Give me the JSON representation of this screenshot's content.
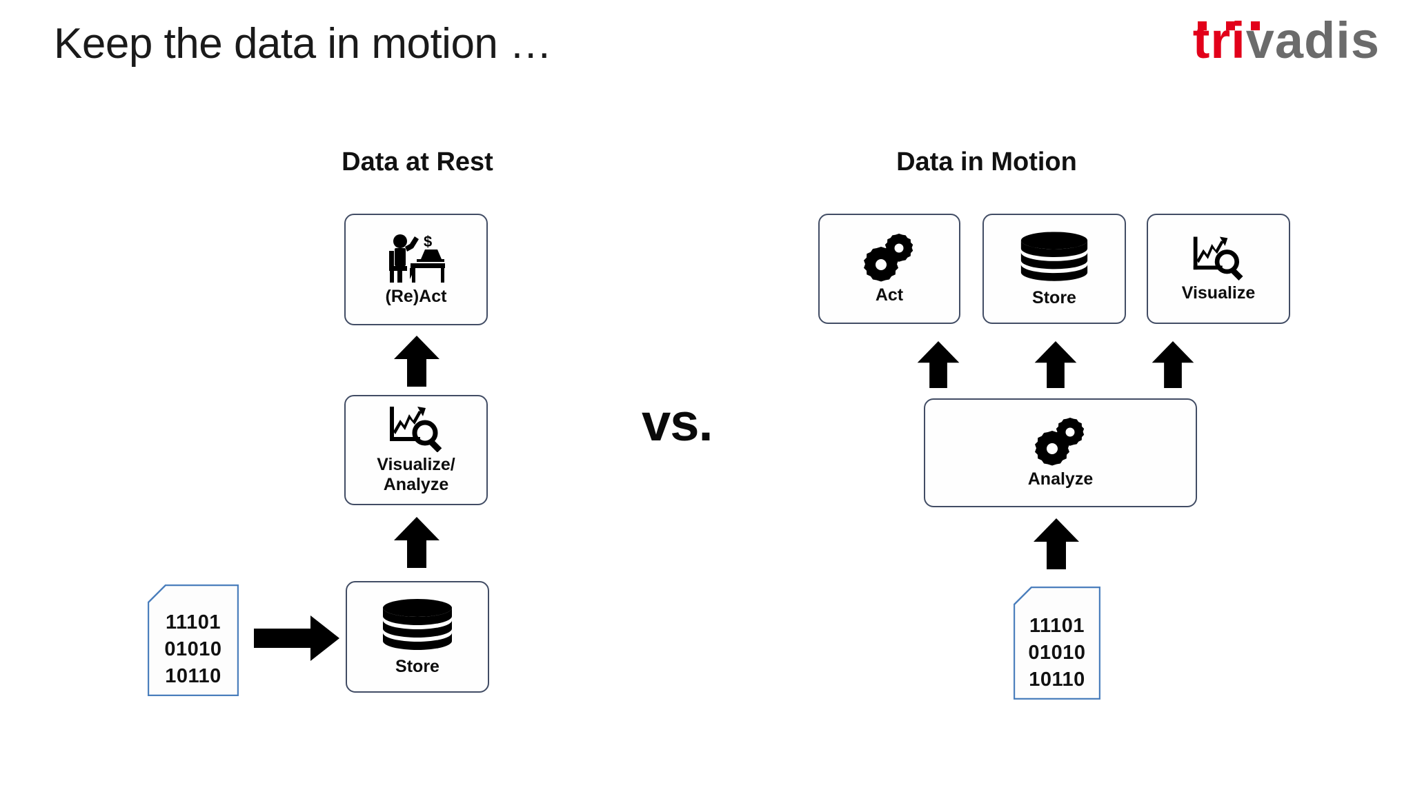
{
  "slide": {
    "title": "Keep the data in motion …",
    "background_color": "#ffffff"
  },
  "logo": {
    "name": "trivadis-logo",
    "part_red": "tri",
    "part_gray": "vadis",
    "red_color": "#e2001a",
    "gray_color": "#6b6b6b"
  },
  "columns": {
    "left": {
      "header": "Data at Rest",
      "nodes": [
        {
          "id": "react",
          "label": "(Re)Act",
          "icon": "person-at-desk-icon"
        },
        {
          "id": "visualize",
          "label": "Visualize/\nAnalyze",
          "label_line1": "Visualize/",
          "label_line2": "Analyze",
          "icon": "chart-magnifier-icon"
        },
        {
          "id": "store",
          "label": "Store",
          "icon": "database-icon"
        }
      ],
      "document": {
        "name": "binary-document",
        "lines": [
          "11101",
          "01010",
          "10110"
        ],
        "border_color": "#4a7ebc"
      },
      "arrows": [
        {
          "id": "doc-to-store",
          "direction": "right"
        },
        {
          "id": "store-to-visualize",
          "direction": "up"
        },
        {
          "id": "visualize-to-react",
          "direction": "up"
        }
      ]
    },
    "right": {
      "header": "Data in Motion",
      "nodes": [
        {
          "id": "act",
          "label": "Act",
          "icon": "gears-icon"
        },
        {
          "id": "store",
          "label": "Store",
          "icon": "database-icon"
        },
        {
          "id": "visualize",
          "label": "Visualize",
          "icon": "chart-magnifier-icon"
        },
        {
          "id": "analyze",
          "label": "Analyze",
          "icon": "gears-icon"
        }
      ],
      "document": {
        "name": "binary-document",
        "lines": [
          "11101",
          "01010",
          "10110"
        ],
        "border_color": "#4a7ebc"
      },
      "arrows": [
        {
          "id": "doc-to-analyze",
          "direction": "up"
        },
        {
          "id": "analyze-to-act",
          "direction": "up"
        },
        {
          "id": "analyze-to-store",
          "direction": "up"
        },
        {
          "id": "analyze-to-visualize",
          "direction": "up"
        }
      ]
    }
  },
  "comparator": {
    "label": "vs."
  },
  "colors": {
    "box_border": "#414c64",
    "doc_border": "#4a7ebc",
    "icon_black": "#000000",
    "text_black": "#111111"
  }
}
